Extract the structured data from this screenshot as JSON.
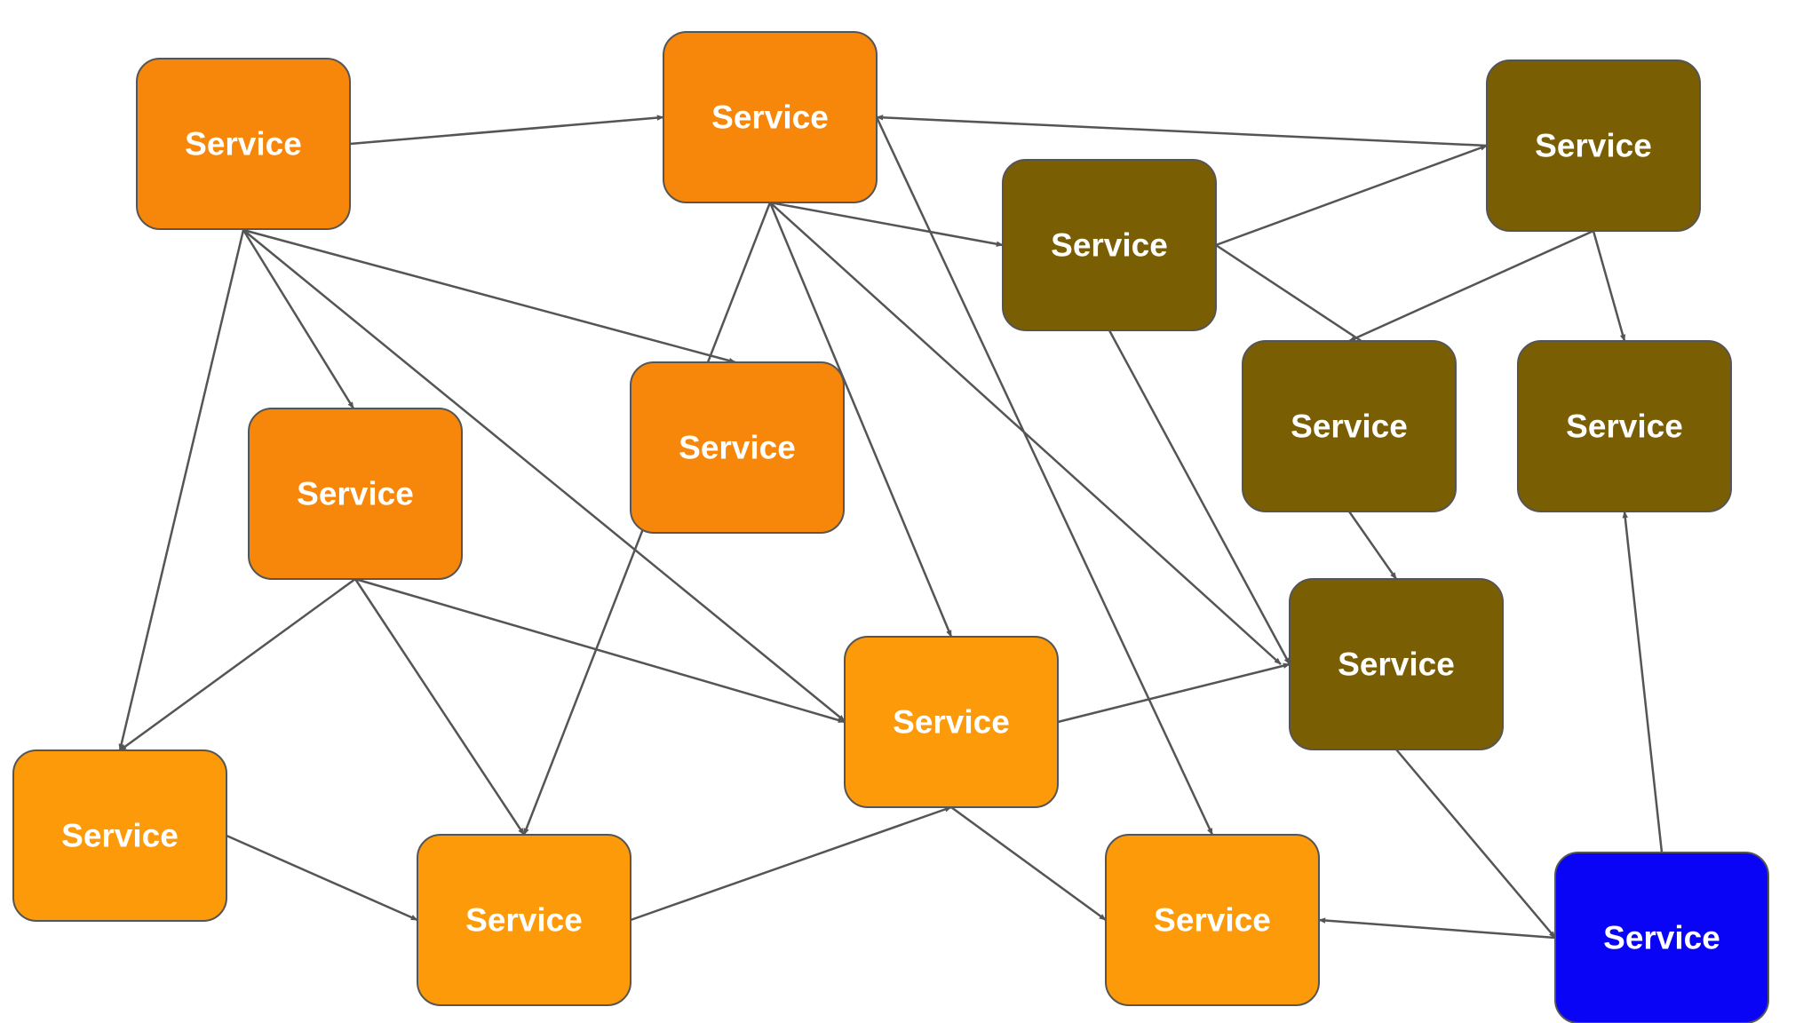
{
  "diagram": {
    "nodes": [
      {
        "id": "n1",
        "label": "Service",
        "color": "#f7870a"
      },
      {
        "id": "n2",
        "label": "Service",
        "color": "#f7870a"
      },
      {
        "id": "n3",
        "label": "Service",
        "color": "#f7870a"
      },
      {
        "id": "n4",
        "label": "Service",
        "color": "#f7870a"
      },
      {
        "id": "n5",
        "label": "Service",
        "color": "#fd9a09"
      },
      {
        "id": "n6",
        "label": "Service",
        "color": "#fd9a09"
      },
      {
        "id": "n7",
        "label": "Service",
        "color": "#fd9a09"
      },
      {
        "id": "n8",
        "label": "Service",
        "color": "#fd9a09"
      },
      {
        "id": "n9",
        "label": "Service",
        "color": "#7a5e03"
      },
      {
        "id": "n10",
        "label": "Service",
        "color": "#7a5e03"
      },
      {
        "id": "n11",
        "label": "Service",
        "color": "#7a5e03"
      },
      {
        "id": "n12",
        "label": "Service",
        "color": "#7a5e03"
      },
      {
        "id": "n13",
        "label": "Service",
        "color": "#7a5e03"
      },
      {
        "id": "n14",
        "label": "Service",
        "color": "#0a04f7"
      }
    ],
    "edges": [
      {
        "from": "n1",
        "to": "n2"
      },
      {
        "from": "n1",
        "to": "n3"
      },
      {
        "from": "n1",
        "to": "n4"
      },
      {
        "from": "n1",
        "to": "n5"
      },
      {
        "from": "n1",
        "to": "n7"
      },
      {
        "from": "n2",
        "to": "n9"
      },
      {
        "from": "n2",
        "to": "n7"
      },
      {
        "from": "n2",
        "to": "n6"
      },
      {
        "from": "n2",
        "to": "n13"
      },
      {
        "from": "n2",
        "to": "n8"
      },
      {
        "from": "n10",
        "to": "n2"
      },
      {
        "from": "n3",
        "to": "n5"
      },
      {
        "from": "n3",
        "to": "n6"
      },
      {
        "from": "n3",
        "to": "n7"
      },
      {
        "from": "n5",
        "to": "n6"
      },
      {
        "from": "n6",
        "to": "n7"
      },
      {
        "from": "n7",
        "to": "n8"
      },
      {
        "from": "n7",
        "to": "n13"
      },
      {
        "from": "n9",
        "to": "n10"
      },
      {
        "from": "n9",
        "to": "n11"
      },
      {
        "from": "n9",
        "to": "n13"
      },
      {
        "from": "n10",
        "to": "n11"
      },
      {
        "from": "n10",
        "to": "n12"
      },
      {
        "from": "n11",
        "to": "n13"
      },
      {
        "from": "n13",
        "to": "n14"
      },
      {
        "from": "n14",
        "to": "n8"
      },
      {
        "from": "n14",
        "to": "n12"
      }
    ]
  }
}
